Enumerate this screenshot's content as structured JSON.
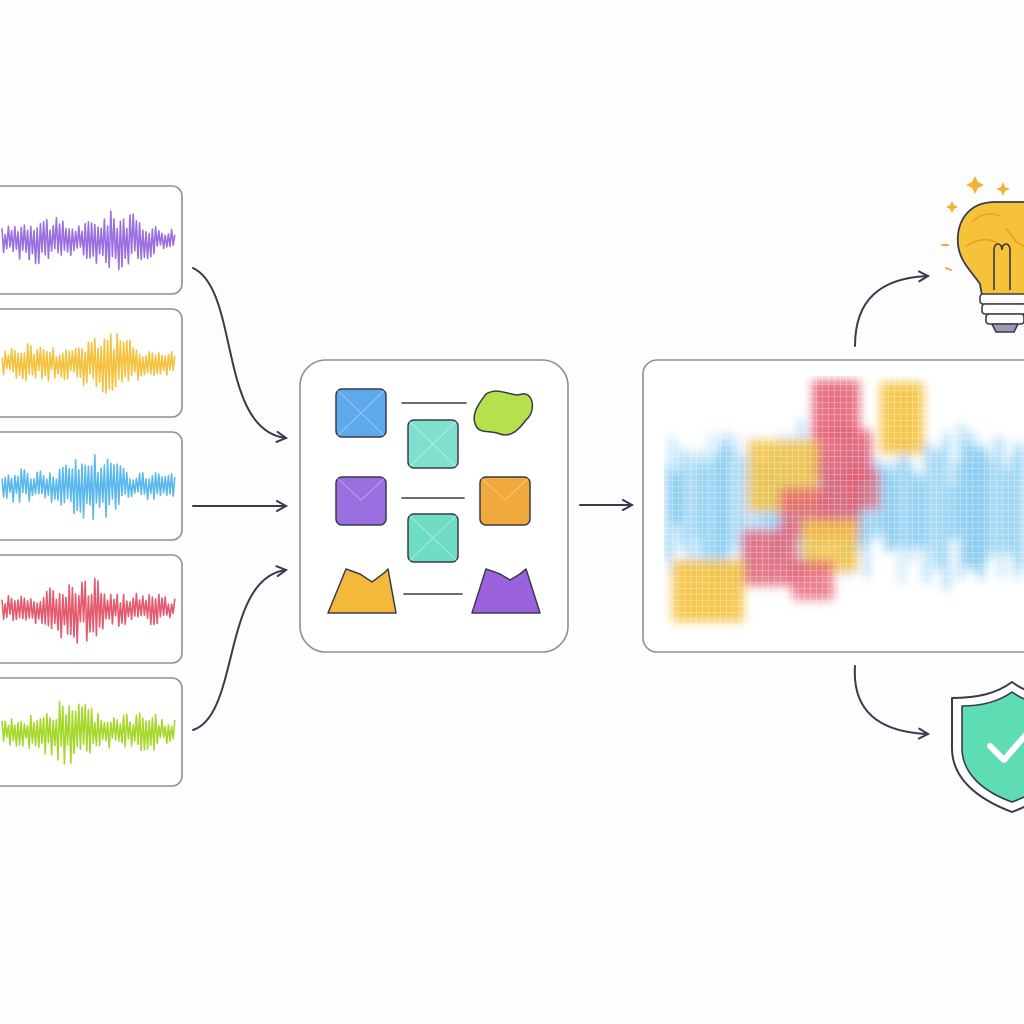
{
  "palette": {
    "purple": "#9a6fe0",
    "yellow": "#f4c23e",
    "blue": "#5bb8ec",
    "red": "#e45a6e",
    "green": "#a6d82c",
    "teal": "#6fdcc4",
    "orange": "#f2a93b",
    "ink": "#3a3a4e",
    "border": "#8e8e98"
  },
  "waveforms": [
    {
      "name": "waveform-purple",
      "color": "#9a6fe0"
    },
    {
      "name": "waveform-yellow",
      "color": "#f4c23e"
    },
    {
      "name": "waveform-blue",
      "color": "#5bb8ec"
    },
    {
      "name": "waveform-red",
      "color": "#e45a6e"
    },
    {
      "name": "waveform-green",
      "color": "#a6d82c"
    }
  ],
  "token_shapes": [
    {
      "name": "token-blue-square",
      "color": "#5ea8ec"
    },
    {
      "name": "token-teal-square",
      "color": "#7fe0d0"
    },
    {
      "name": "token-green-blob",
      "color": "#b6e04c"
    },
    {
      "name": "token-purple-square",
      "color": "#9a6fe0"
    },
    {
      "name": "token-orange-square",
      "color": "#f2a93b"
    },
    {
      "name": "token-teal-square-2",
      "color": "#6fdcc4"
    },
    {
      "name": "token-yellow-trapezoid",
      "color": "#f4b83a"
    },
    {
      "name": "token-purple-trapezoid",
      "color": "#9a62dc"
    }
  ],
  "outputs": [
    {
      "name": "lightbulb-icon",
      "color": "#f6c23a"
    },
    {
      "name": "shield-check-icon",
      "color": "#5edcb4"
    }
  ]
}
